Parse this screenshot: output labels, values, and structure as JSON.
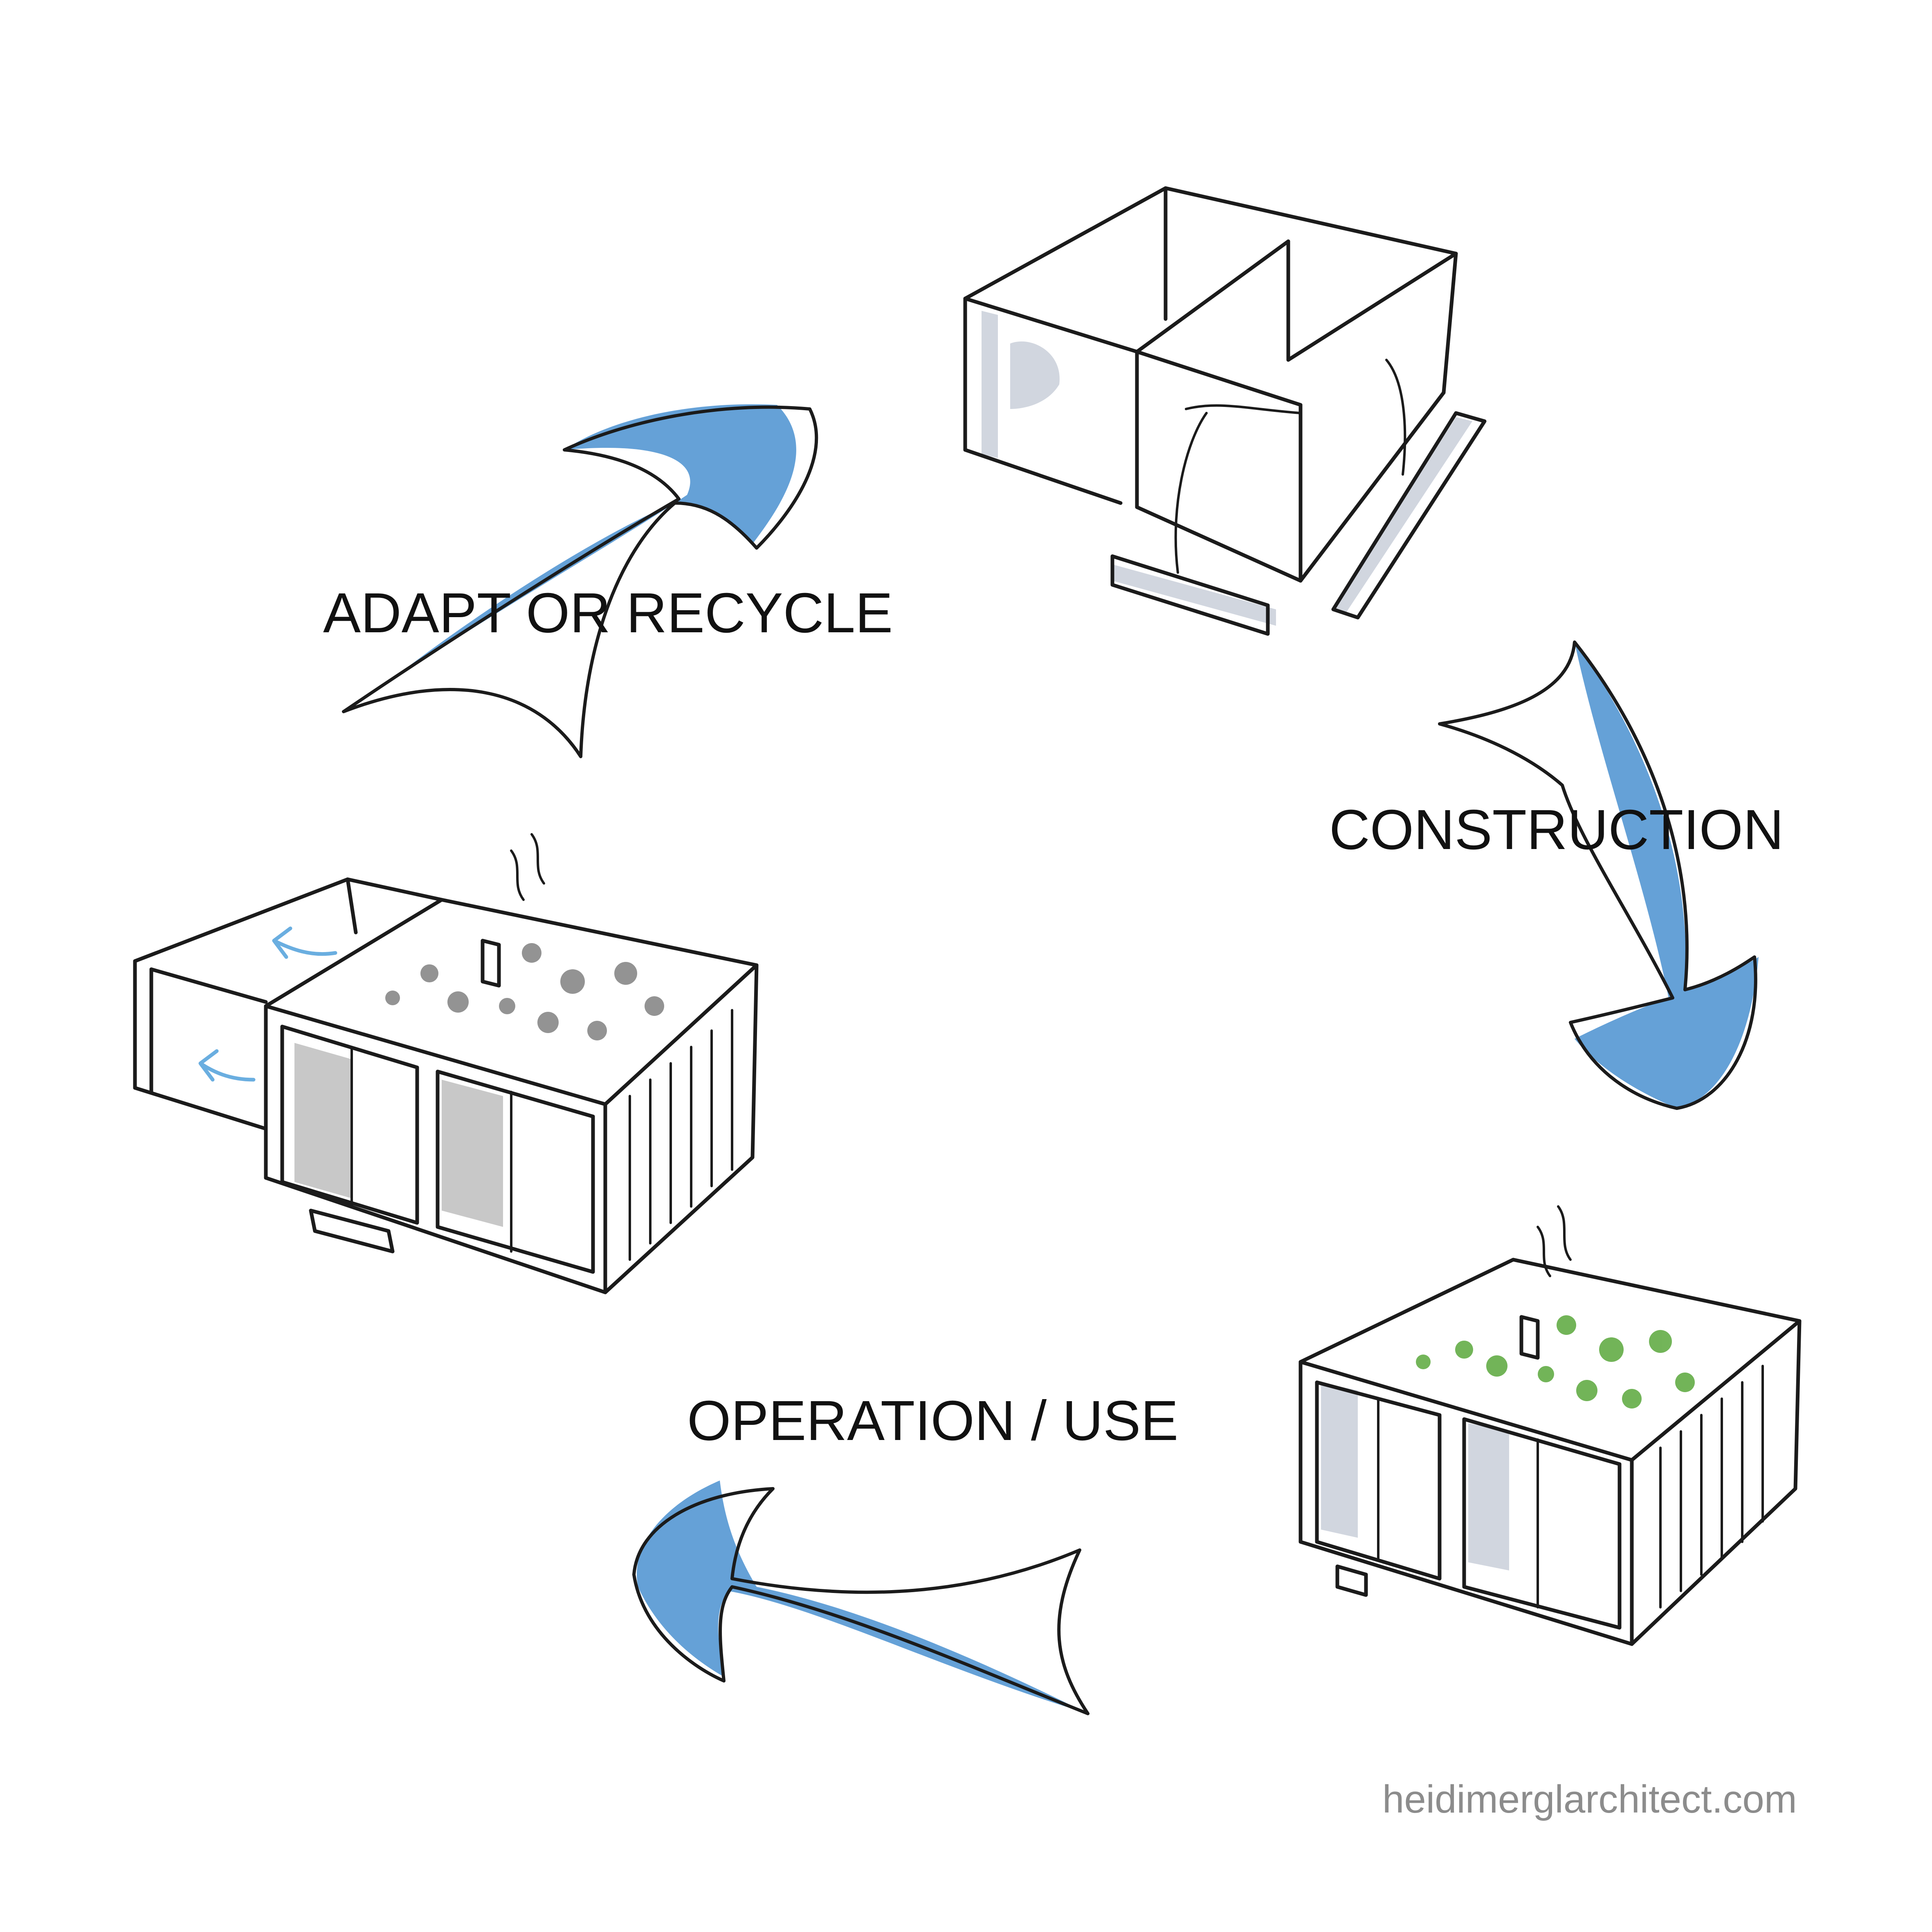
{
  "labels": {
    "adapt": "ADAPT OR RECYCLE",
    "construction": "CONSTRUCTION",
    "operation": "OPERATION / USE"
  },
  "credit": "heidimerglarchitect.com",
  "colors": {
    "arrow_wash": "#4a90d0",
    "green_roof": "#5aa83c",
    "grey_roof": "#6f6f6f",
    "ink": "#1b1b1b",
    "credit_text": "#8c8c8c"
  }
}
